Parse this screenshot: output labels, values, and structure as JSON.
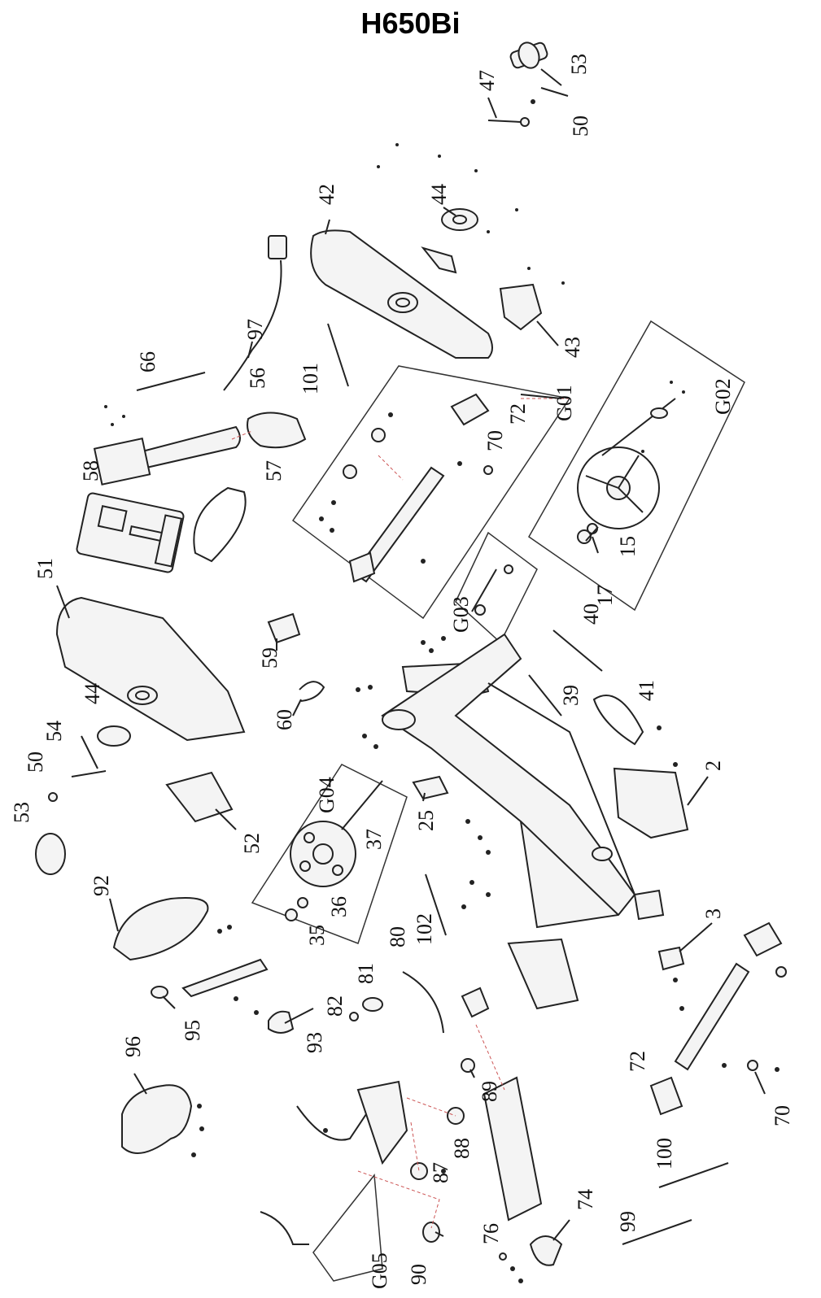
{
  "title": "H650Bi",
  "callouts": [
    "53",
    "50",
    "47",
    "44",
    "42",
    "97",
    "66",
    "56",
    "101",
    "43",
    "58",
    "57",
    "G01",
    "70",
    "72",
    "G02",
    "15",
    "17",
    "51",
    "59",
    "G03",
    "40",
    "39",
    "41",
    "60",
    "54",
    "44",
    "50",
    "53",
    "52",
    "G04",
    "37",
    "36",
    "35",
    "25",
    "2",
    "92",
    "102",
    "3",
    "95",
    "80",
    "81",
    "82",
    "93",
    "96",
    "89",
    "88",
    "87",
    "72",
    "70",
    "100",
    "99",
    "G05",
    "90",
    "76",
    "74"
  ]
}
